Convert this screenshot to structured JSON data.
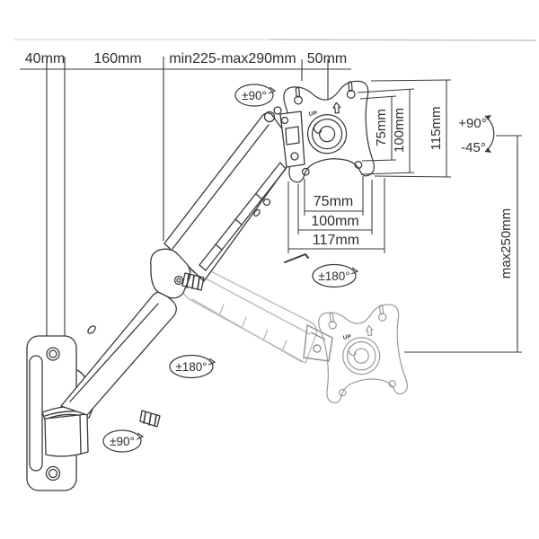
{
  "diagram": {
    "type": "technical-drawing",
    "subject": "gas-spring monitor wall-mount arm with dimensions",
    "top_dims": {
      "d40": "40mm",
      "d160": "160mm",
      "reach": "min225-max290mm",
      "d50": "50mm"
    },
    "vesa_vertical": {
      "v75": "75mm",
      "v100": "100mm",
      "v115": "115mm"
    },
    "vesa_horizontal": {
      "h75": "75mm",
      "h100": "100mm",
      "h117": "117mm"
    },
    "height_range": "max250mm",
    "rotation": {
      "upper_joint": "±90°",
      "monitor_swivel": "±180°",
      "elbow": "±180°",
      "wall_swivel": "±90°",
      "tilt_up": "+90°",
      "tilt_down": "-45°"
    },
    "plate_label": "UP",
    "colors": {
      "ink": "#3a3a3a",
      "light": "#b9b9b9",
      "mid": "#8f8f8f",
      "faint": "#d6d6d6"
    }
  }
}
